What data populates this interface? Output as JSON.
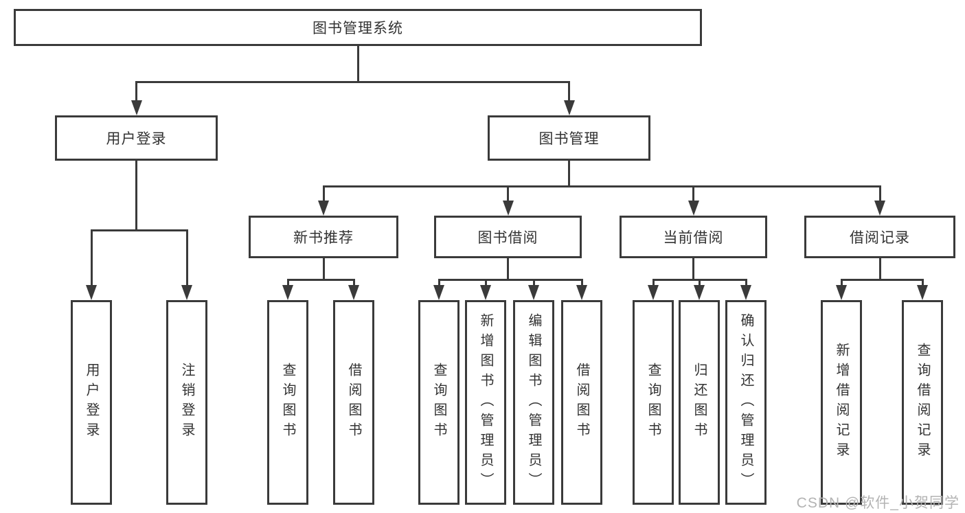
{
  "colors": {
    "line": "#3a3a3a",
    "text": "#333333",
    "watermark": "#b3b3b3",
    "background": "#ffffff"
  },
  "tree": {
    "root": "图书管理系统",
    "user_login": {
      "label": "用户登录",
      "children": [
        "用户登录",
        "注销登录"
      ]
    },
    "book_mgmt": {
      "label": "图书管理",
      "children": {
        "new_book": {
          "label": "新书推荐",
          "children": [
            "查询图书",
            "借阅图书"
          ]
        },
        "book_borrow": {
          "label": "图书借阅",
          "children": [
            "查询图书",
            "新增图书（管理员）",
            "编辑图书（管理员）",
            "借阅图书"
          ]
        },
        "current_borrow": {
          "label": "当前借阅",
          "children": [
            "查询图书",
            "归还图书",
            "确认归还（管理员）"
          ]
        },
        "borrow_record": {
          "label": "借阅记录",
          "children": [
            "新增借阅记录",
            "查询借阅记录"
          ]
        }
      }
    }
  },
  "watermark": "CSDN @软件_小贺同学"
}
